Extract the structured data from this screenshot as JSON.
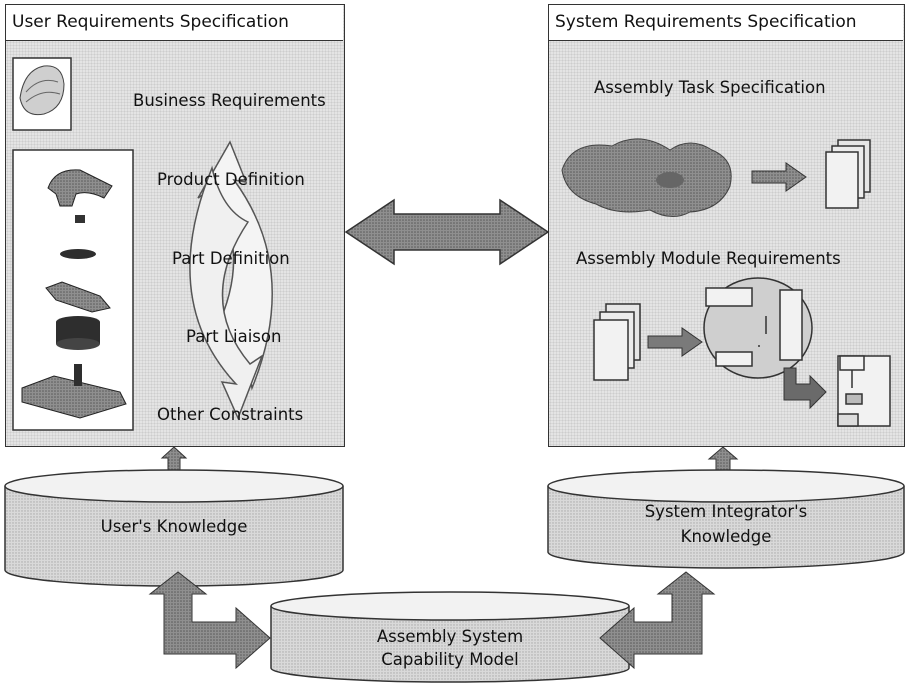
{
  "left_panel": {
    "title": "User Requirements Specification",
    "business_requirements": "Business Requirements",
    "cycle_steps": [
      "Product Definition",
      "Part Definition",
      "Part Liaison",
      "Other Constraints"
    ]
  },
  "right_panel": {
    "title": "System Requirements Specification",
    "task_spec": "Assembly Task Specification",
    "module_requirements": "Assembly Module Requirements"
  },
  "databases": {
    "user_knowledge": "User's Knowledge",
    "integrator_knowledge_line1": "System Integrator's",
    "integrator_knowledge_line2": "Knowledge",
    "capability_model_line1": "Assembly System",
    "capability_model_line2": "Capability Model"
  },
  "colors": {
    "arrow_fill": "#8a8a8a",
    "panel_fill": "#e4e4e4",
    "dark_part": "#2e2e2e"
  }
}
